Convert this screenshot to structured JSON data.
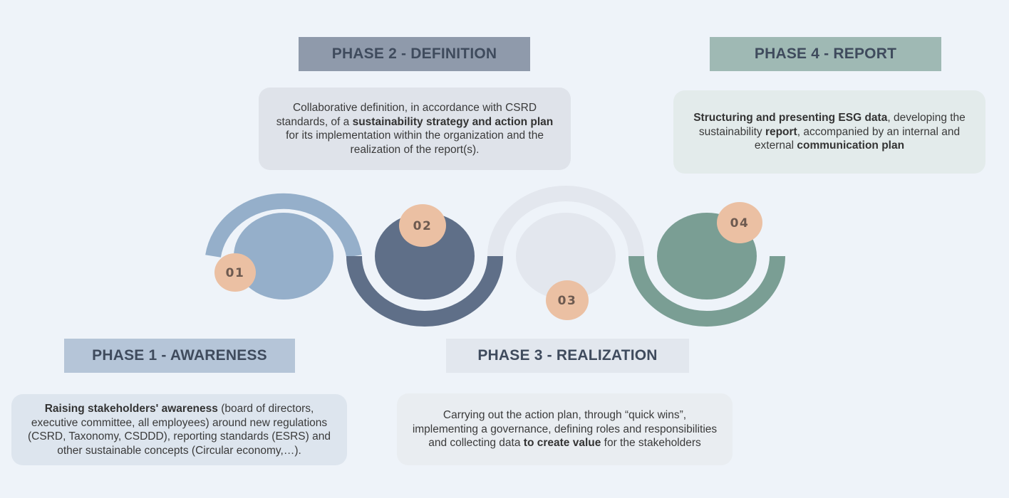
{
  "phases": [
    {
      "title": "PHASE 1 - AWARENESS",
      "number": "01",
      "color": "#95afca",
      "description_parts": [
        {
          "text": "Raising stakeholders' awareness",
          "bold": true
        },
        {
          "text": " (board of directors, executive committee, all employees) around new regulations (CSRD, Taxonomy, CSDDD), reporting standards (ESRS) and other sustainable concepts (Circular economy,…).",
          "bold": false
        }
      ]
    },
    {
      "title": "PHASE 2 - DEFINITION",
      "number": "02",
      "color": "#5f6f88",
      "description_parts": [
        {
          "text": "Collaborative definition, in accordance with CSRD standards, of a ",
          "bold": false
        },
        {
          "text": "sustainability strategy and action plan",
          "bold": true
        },
        {
          "text": " for its implementation within the organization and the realization of the report(s).",
          "bold": false
        }
      ]
    },
    {
      "title": "PHASE 3 - REALIZATION",
      "number": "03",
      "color": "#e3e7ee",
      "description_parts": [
        {
          "text": "Carrying out the action plan, through “quick wins”, implementing a governance, defining roles and responsibilities and collecting data ",
          "bold": false
        },
        {
          "text": "to create value",
          "bold": true
        },
        {
          "text": " for the stakeholders",
          "bold": false
        }
      ]
    },
    {
      "title": "PHASE 4 - REPORT",
      "number": "04",
      "color": "#7a9e94",
      "description_parts": [
        {
          "text": "Structuring and presenting ESG data",
          "bold": true
        },
        {
          "text": ", developing the sustainability ",
          "bold": false
        },
        {
          "text": "report",
          "bold": true
        },
        {
          "text": ", accompanied by an internal and external ",
          "bold": false
        },
        {
          "text": "communication plan",
          "bold": true
        }
      ]
    }
  ],
  "badge_color": "#ebc0a3"
}
